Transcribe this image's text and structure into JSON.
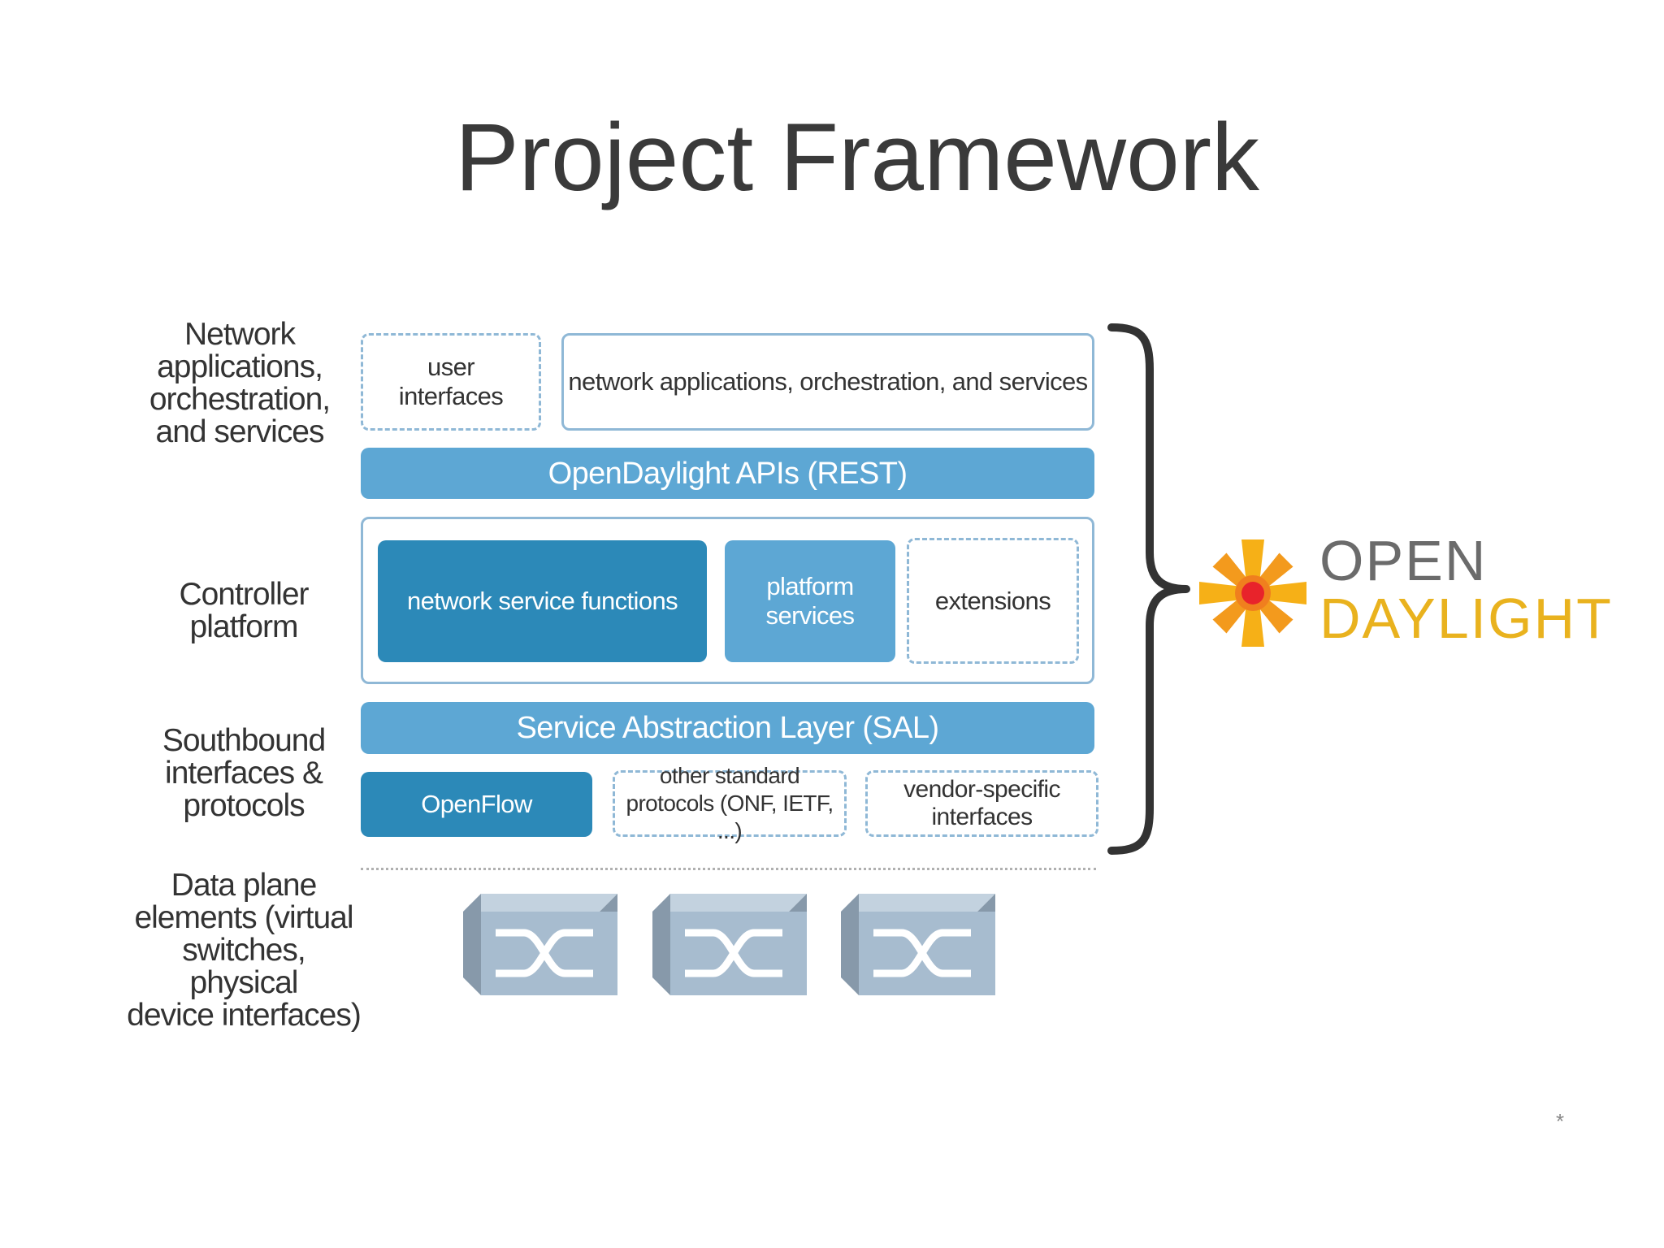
{
  "title": "Project Framework",
  "side_labels": {
    "apps": [
      "Network",
      "applications,",
      "orchestration,",
      "and services"
    ],
    "controller": [
      "Controller",
      "platform"
    ],
    "southbound": [
      "Southbound",
      "interfaces &",
      "protocols"
    ],
    "dataplane": [
      "Data plane",
      "elements (virtual",
      "switches, physical",
      "device interfaces)"
    ]
  },
  "boxes": {
    "user_interfaces": [
      "user",
      "interfaces"
    ],
    "network_apps": "network applications, orchestration, and services",
    "apis": "OpenDaylight APIs (REST)",
    "network_service_functions": "network service functions",
    "platform_services": [
      "platform",
      "services"
    ],
    "extensions": "extensions",
    "sal": "Service Abstraction Layer (SAL)",
    "openflow": "OpenFlow",
    "other_protocols": [
      "other standard",
      "protocols (ONF, IETF, ...)"
    ],
    "vendor_interfaces": [
      "vendor-specific",
      "interfaces"
    ]
  },
  "logo": {
    "line1": "OPEN",
    "line2": "DAYLIGHT"
  },
  "footnote": "*",
  "colors": {
    "band": "#5da7d4",
    "dark": "#2c89b8",
    "outline": "#8fb8d6",
    "logo_gray": "#6b6b6b",
    "logo_yellow": "#e9b21e",
    "logo_red": "#e8232b"
  }
}
